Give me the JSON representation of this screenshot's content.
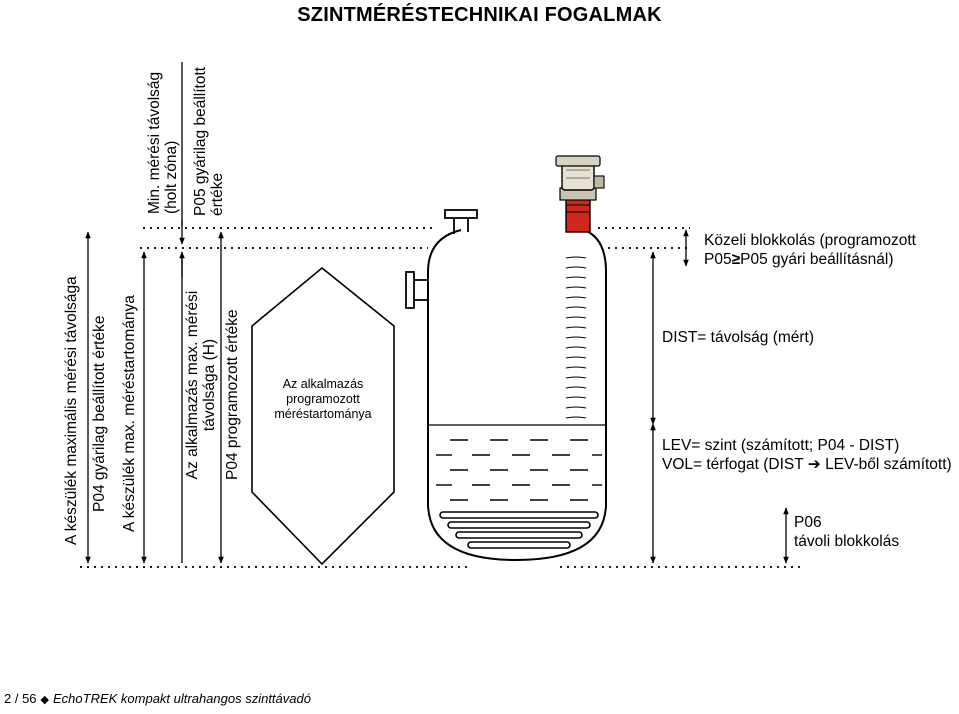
{
  "title": "SZINTMÉRÉSTECHNIKAI FOGALMAK",
  "vertical_labels": {
    "max_measuring_distance": "A készülék maximális mérési távolsága",
    "p04_factory_value": "P04 gyárilag beállított értéke",
    "device_max_range": "A készülék max. méréstartománya",
    "app_max_distance_line1": "Az alkalmazás max. mérési",
    "app_max_distance_line2": "távolsága (H)",
    "p04_programmed": "P04 programozott értéke",
    "min_distance_line1": "Min. mérési távolság",
    "min_distance_line2": "(holt zóna)",
    "p05_factory_line1": "P05 gyárilag beállított",
    "p05_factory_line2": "értéke"
  },
  "region_label": {
    "line1": "Az alkalmazás",
    "line2": "programozott",
    "line3": "méréstartománya"
  },
  "right_labels": {
    "near_blocking_line1": "Közeli blokkolás (programozott",
    "near_blocking_line2_a": "P05",
    "near_blocking_symbol": "≥",
    "near_blocking_line2_b": "P05 gyári beállításnál)",
    "dist": "DIST= távolság (mért)",
    "lev": "LEV= szint (számított; P04 - DIST)",
    "vol_a": "VOL= térfogat (DIST",
    "vol_arrow": "➔",
    "vol_b": "LEV-ből számított)",
    "p06_line1": "P06",
    "p06_line2": "távoli blokkolás"
  },
  "footer": {
    "page": "2 / 56",
    "bullet": "◆",
    "doc_title": "EchoTREK kompakt ultrahangos szinttávadó"
  }
}
